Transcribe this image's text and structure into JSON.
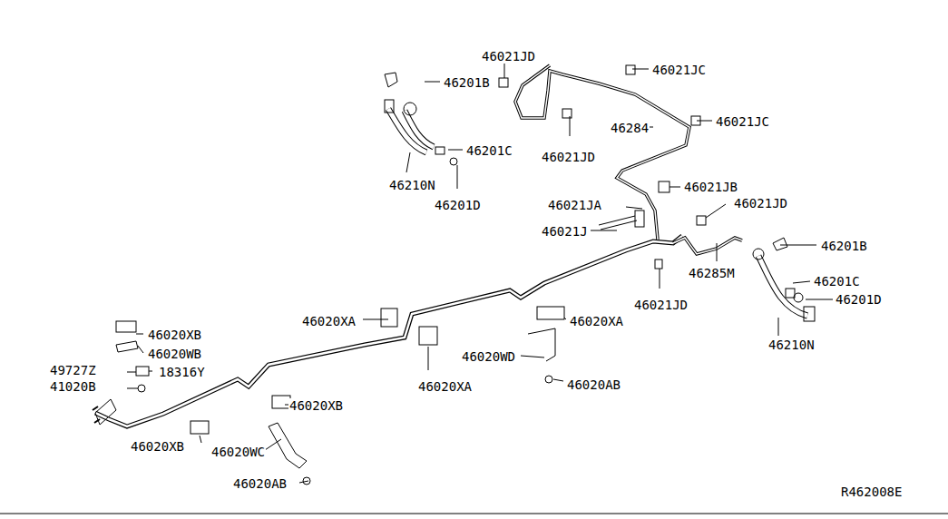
{
  "diagram": {
    "labels": [
      "46021JD",
      "46201B",
      "46021JC",
      "46284",
      "46021JC",
      "46201C",
      "46021JD",
      "46210N",
      "46201D",
      "46021JB",
      "46021JA",
      "46021JD",
      "46021J",
      "46201B",
      "46285M",
      "46201C",
      "46201D",
      "46021JD",
      "46020XB",
      "46020XA",
      "46020XA",
      "46210N",
      "46020WB",
      "46020WD",
      "49727Z",
      "18316Y",
      "41020B",
      "46020XA",
      "46020AB",
      "46020XB",
      "46020XB",
      "46020WC",
      "46020AB",
      "R462008E"
    ]
  }
}
